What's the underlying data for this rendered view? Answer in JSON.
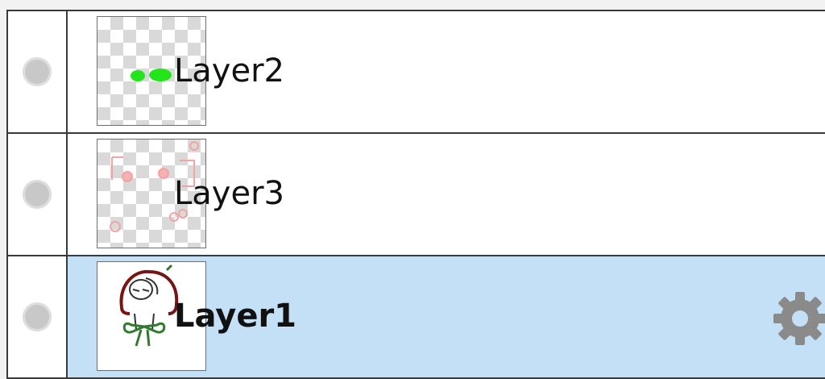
{
  "layers": [
    {
      "name": "Layer2",
      "visible_indicator": "off",
      "selected": false,
      "thumbnail": "green-dots-icon"
    },
    {
      "name": "Layer3",
      "visible_indicator": "off",
      "selected": false,
      "thumbnail": "pink-sketch-icon"
    },
    {
      "name": "Layer1",
      "visible_indicator": "off",
      "selected": true,
      "thumbnail": "character-drawing-icon"
    }
  ],
  "colors": {
    "selected_row": "#c4e0f7",
    "border": "#3a3a3a",
    "gear": "#8a8a8a"
  },
  "icons": {
    "settings": "gear-icon"
  }
}
